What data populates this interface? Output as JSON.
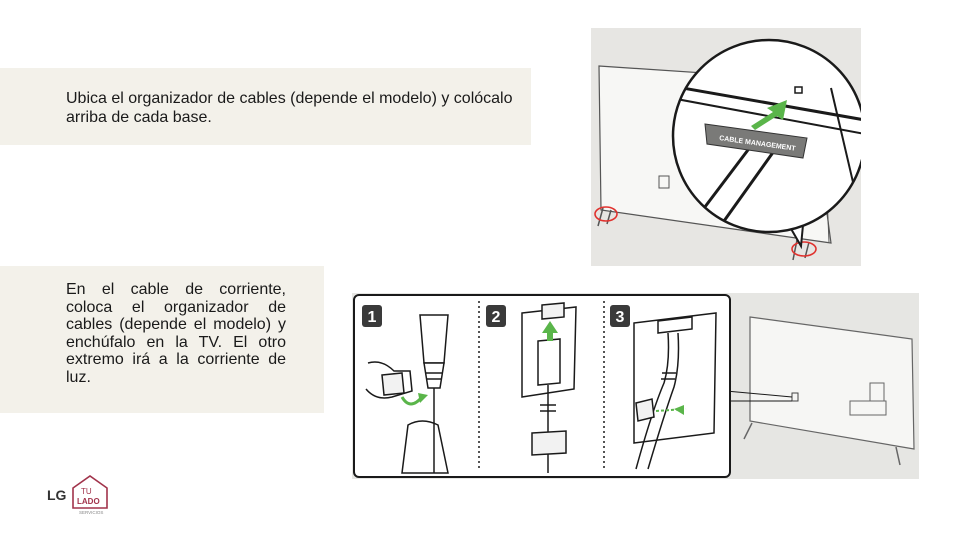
{
  "steps": [
    {
      "text": "Ubica el organizador de cables (depende el modelo) y colócalo arriba de cada base."
    },
    {
      "text": "En el cable de corriente, coloca el organizador de cables (depende el modelo) y enchúfalo en la TV. El otro extremo irá a la corriente de luz."
    }
  ],
  "figure_top": {
    "label": "CABLE MANAGEMENT"
  },
  "figure_bottom": {
    "step_numbers": [
      "1",
      "2",
      "3"
    ]
  },
  "logo": {
    "brand": "LG",
    "line1": "TU",
    "line2": "LADO",
    "tagline": "SERVICIOS"
  },
  "colors": {
    "panel": "#f3f1ea",
    "highlight": "#e0322e",
    "arrow": "#5ab54a",
    "brand": "#a1334b"
  }
}
